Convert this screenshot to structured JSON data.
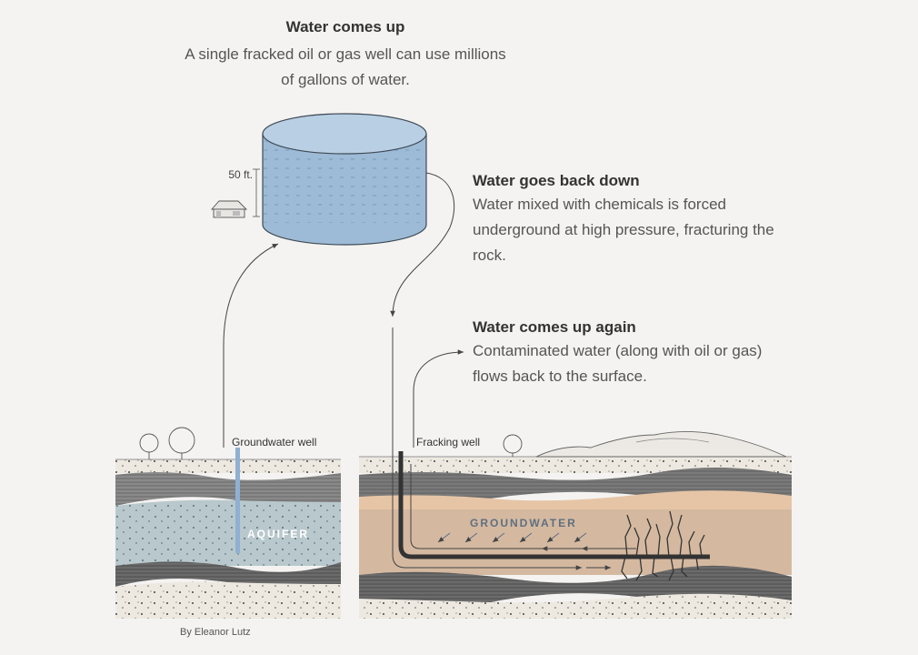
{
  "captions": {
    "water_up": {
      "heading": "Water comes up",
      "text": "A single fracked oil or gas well can use millions of gallons of water."
    },
    "water_down": {
      "heading": "Water goes back down",
      "text": "Water mixed with chemicals is forced underground at high pressure, fracturing the rock."
    },
    "water_up_again": {
      "heading": "Water comes up again",
      "text": "Contaminated water (along with oil or gas) flows back to the surface."
    }
  },
  "labels": {
    "height": "50 ft.",
    "groundwater_well": "Groundwater well",
    "fracking_well": "Fracking well",
    "aquifer": "AQUIFER",
    "groundwater": "GROUNDWATER"
  },
  "credit": "By Eleanor Lutz",
  "colors": {
    "background": "#f4f3f1",
    "tank_side": "#9dbbd6",
    "tank_top": "#b8cfe4",
    "aquifer": "#b9c8cc",
    "soil": "#ede9e1",
    "rock_band": "#6b6b6b",
    "groundwater_layer": "#d4b9a0",
    "orange_layer": "#e6c5a6",
    "well_blue": "#8fb0d3",
    "well_pipe": "#333333"
  }
}
